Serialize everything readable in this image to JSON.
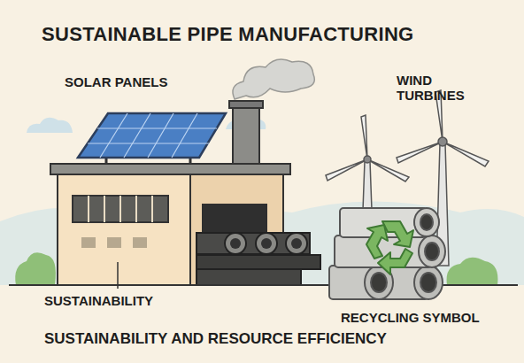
{
  "diagram": {
    "title": "SUSTAINABLE PIPE MANUFACTURING",
    "caption": "SUSTAINABILITY AND RESOURCE EFFICIENCY",
    "labels": [
      "SOLAR PANELS",
      "WIND TURBINES",
      "SUSTAINABILITY",
      "RECYCLING SYMBOL"
    ]
  }
}
